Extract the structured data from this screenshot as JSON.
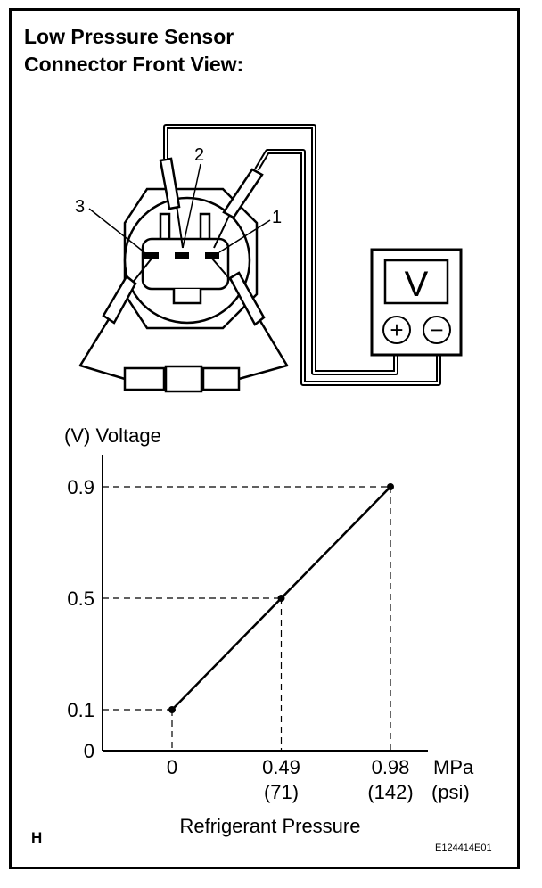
{
  "title": {
    "line1": "Low Pressure Sensor",
    "line2": "Connector Front View:"
  },
  "connector": {
    "pin_labels": [
      "3",
      "2",
      "1"
    ]
  },
  "meter": {
    "display": "V",
    "positive_symbol": "+",
    "negative_symbol": "−"
  },
  "chart_data": {
    "type": "line",
    "ylabel": "(V) Voltage",
    "xlabel": "Refrigerant Pressure",
    "x_unit_primary": "MPa",
    "x_unit_secondary": "(psi)",
    "x": [
      0,
      0.49,
      0.98
    ],
    "y": [
      0.1,
      0.5,
      0.9
    ],
    "x_tick_labels": [
      "0",
      "0.49",
      "0.98"
    ],
    "x_tick_sublabels": [
      "",
      "(71)",
      "(142)"
    ],
    "y_tick_labels": [
      "0.9",
      "0.5",
      "0.1",
      "0"
    ],
    "y_ticks": [
      0.9,
      0.5,
      0.1,
      0
    ],
    "guides": "dashed",
    "grid": false
  },
  "footer": {
    "corner_letter": "H",
    "figure_id": "E124414E01"
  }
}
